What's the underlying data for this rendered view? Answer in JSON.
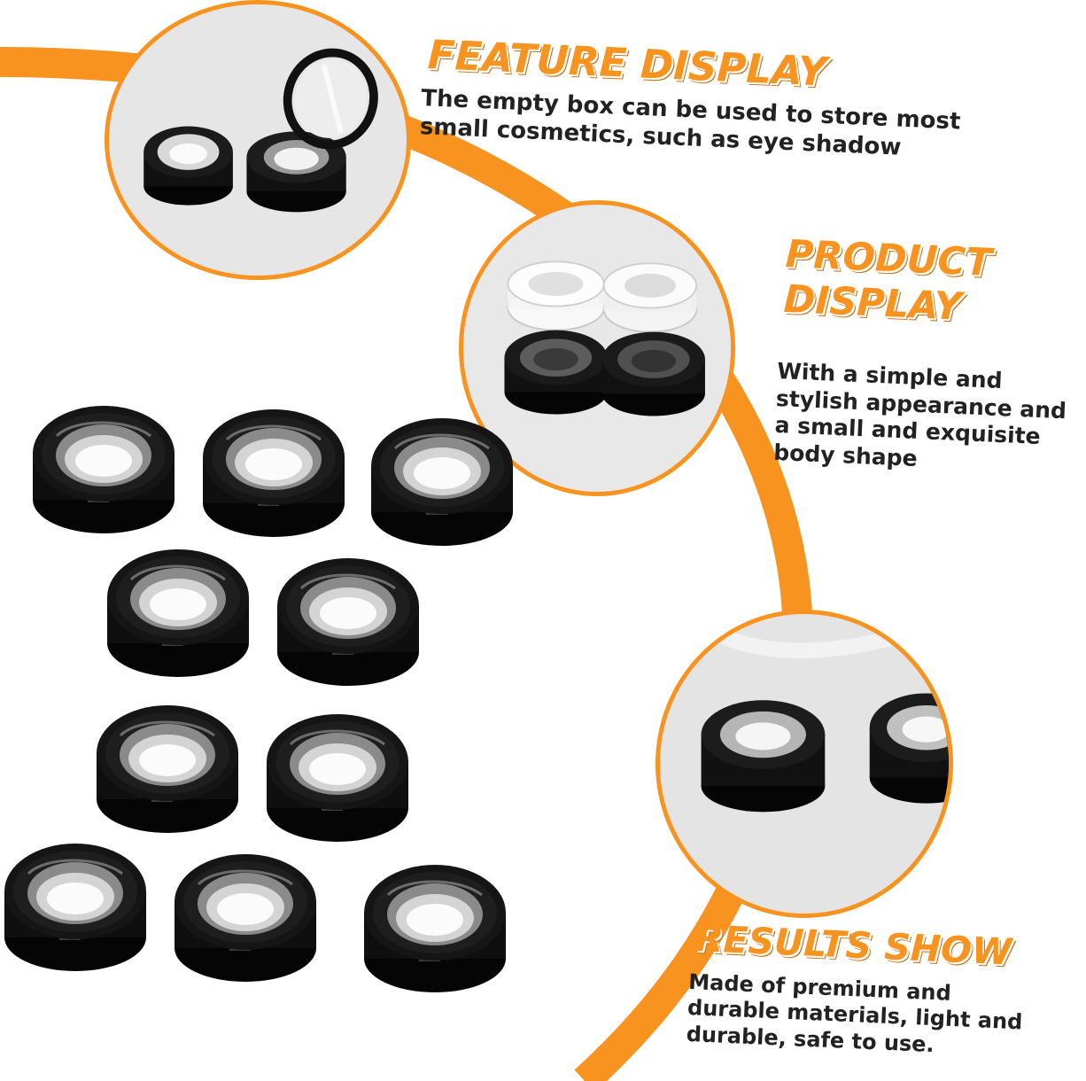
{
  "colors": {
    "accent": "#f7931e",
    "text": "#222222",
    "jar_body": "#0d0d0d"
  },
  "sections": [
    {
      "heading": "FEATURE DISPLAY",
      "desc": "The empty box can be used to store most small cosmetics, such as eye shadow"
    },
    {
      "heading": "PRODUCT DISPLAY",
      "desc": "With a simple and stylish appearance and a small and exquisite body shape"
    },
    {
      "heading": "RESULTS SHOW",
      "desc": "Made of premium and durable materials, light and durable, safe to use."
    }
  ]
}
